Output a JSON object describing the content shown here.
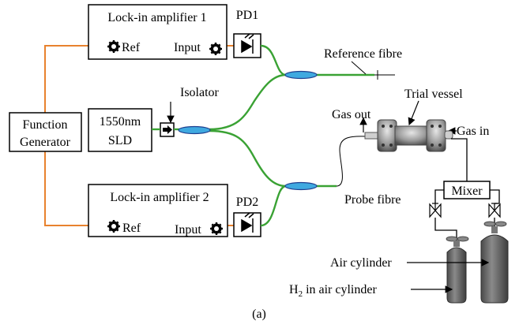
{
  "diagram": {
    "lockin1": "Lock-in amplifier 1",
    "lockin2": "Lock-in amplifier 2",
    "ref": "Ref",
    "input": "Input",
    "pd1": "PD1",
    "pd2": "PD2",
    "function_generator_line1": "Function",
    "function_generator_line2": "Generator",
    "sld_line1": "1550nm",
    "sld_line2": "SLD",
    "isolator": "Isolator",
    "reference_fibre": "Reference fibre",
    "probe_fibre": "Probe fibre",
    "trial_vessel": "Trial vessel",
    "gas_out": "Gas out",
    "gas_in": "Gas in",
    "mixer": "Mixer",
    "air_cylinder": "Air cylinder",
    "h2_prefix": "H",
    "h2_subscript": "2",
    "h2_suffix": " in air cylinder",
    "caption": "(a)"
  },
  "colors": {
    "fibre": "#3aa234",
    "electrical": "#e8822e",
    "coupler": "#3fa9e0",
    "cylinder": "#666666",
    "vessel": "#8c8c8c"
  }
}
